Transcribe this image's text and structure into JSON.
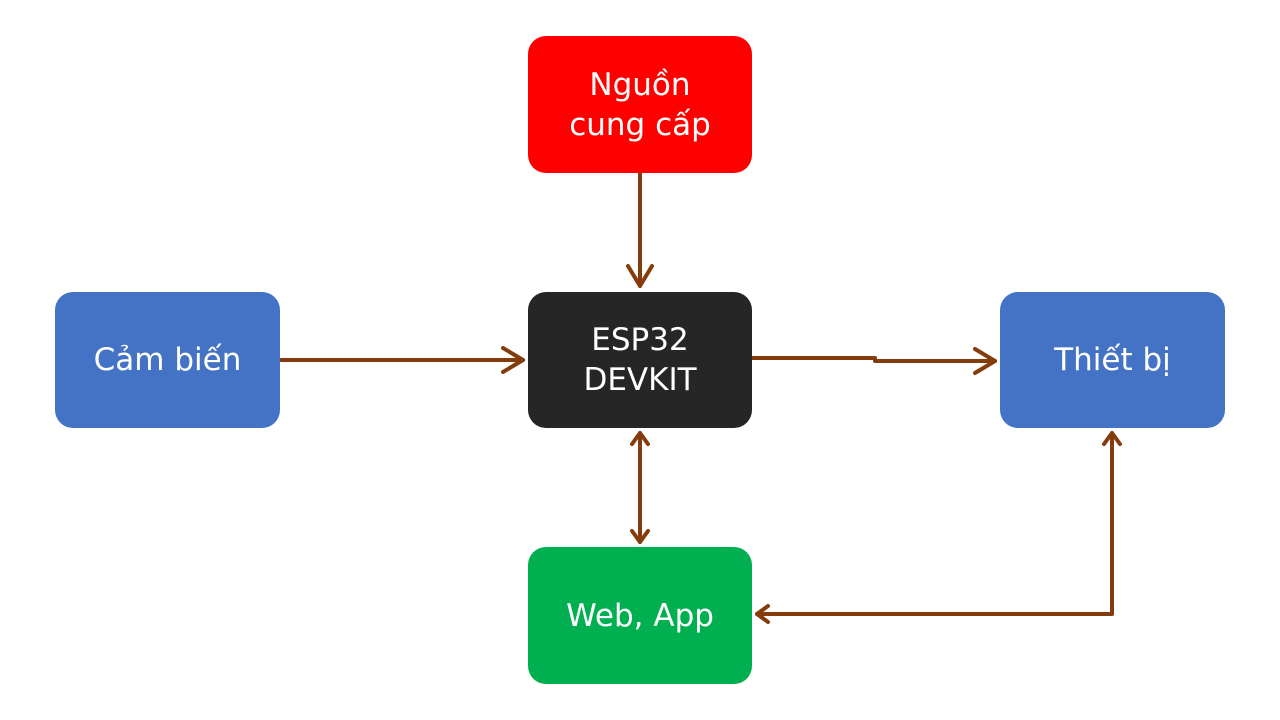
{
  "colors": {
    "power": "#ff0000",
    "controller": "#262626",
    "sensor": "#4472c4",
    "device": "#4472c4",
    "webapp": "#00b050",
    "arrow": "#843c0c"
  },
  "nodes": {
    "power": {
      "line1": "Nguồn",
      "line2": "cung cấp"
    },
    "esp32": {
      "line1": "ESP32",
      "line2": "DEVKIT"
    },
    "sensor": {
      "label": "Cảm biến"
    },
    "device": {
      "label": "Thiết bị"
    },
    "webapp": {
      "label": "Web, App"
    }
  },
  "edges": [
    {
      "from": "power",
      "to": "esp32",
      "direction": "forward"
    },
    {
      "from": "sensor",
      "to": "esp32",
      "direction": "forward"
    },
    {
      "from": "esp32",
      "to": "device",
      "direction": "forward"
    },
    {
      "from": "esp32",
      "to": "webapp",
      "direction": "both"
    },
    {
      "from": "device",
      "to": "webapp",
      "direction": "both"
    }
  ]
}
